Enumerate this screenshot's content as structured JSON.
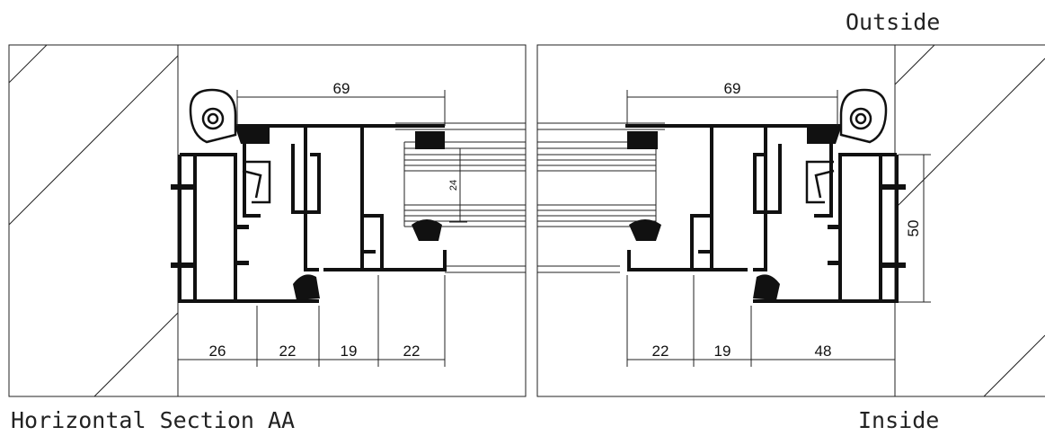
{
  "labels": {
    "title": "Horizontal Section AA",
    "outside": "Outside",
    "inside": "Inside"
  },
  "dimensions": {
    "left_top_width": "69",
    "right_top_width": "69",
    "glass_thickness": "24",
    "right_height": "50",
    "left_bottom": [
      "26",
      "22",
      "19",
      "22"
    ],
    "right_bottom": [
      "22",
      "19",
      "48"
    ]
  }
}
